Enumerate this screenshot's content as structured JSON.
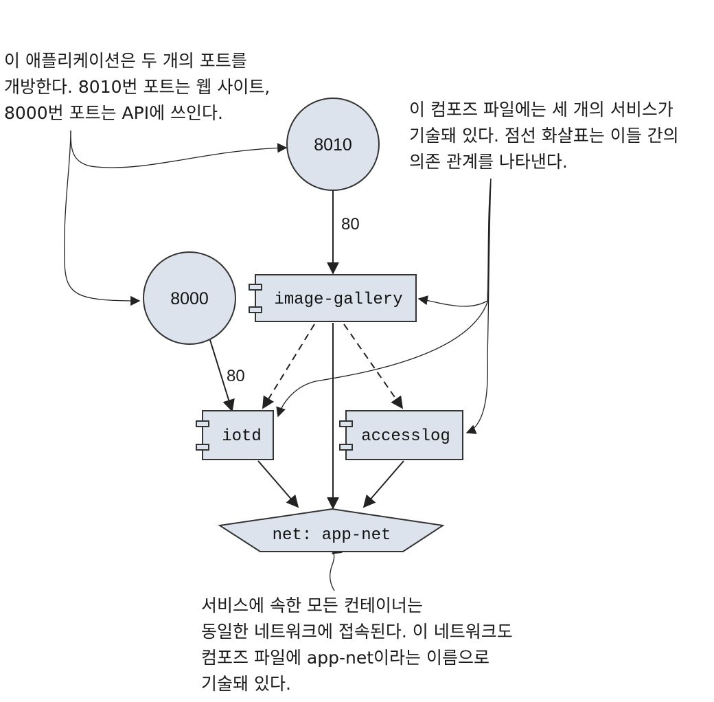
{
  "annotations": {
    "ports_note": [
      "이 애플리케이션은 두 개의 포트를",
      "개방한다. 8010번 포트는 웹 사이트,",
      "8000번 포트는 API에 쓰인다."
    ],
    "services_note": [
      "이 컴포즈 파일에는 세 개의 서비스가",
      "기술돼 있다. 점선 화살표는 이들 간의",
      "의존 관계를 나타낸다."
    ],
    "network_note": [
      "서비스에 속한 모든 컨테이너는",
      "동일한 네트워크에 접속된다. 이 네트워크도",
      "컴포즈 파일에 app-net이라는 이름으로",
      "기술돼 있다."
    ]
  },
  "ports": {
    "web": "8010",
    "api": "8000"
  },
  "edge_labels": {
    "web_target": "80",
    "api_target": "80"
  },
  "services": {
    "image_gallery": "image-gallery",
    "iotd": "iotd",
    "accesslog": "accesslog"
  },
  "network": {
    "name": "net: app-net"
  },
  "colors": {
    "node_fill": "#dde3ec",
    "stroke": "#333333"
  }
}
